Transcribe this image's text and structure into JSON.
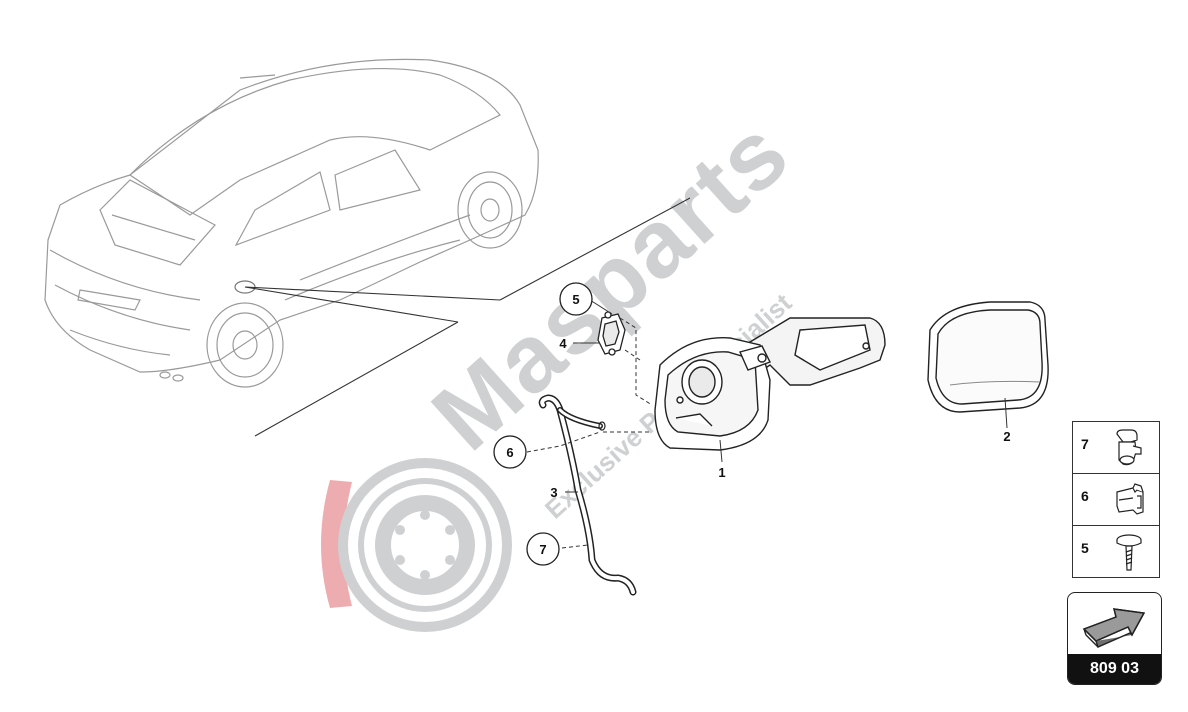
{
  "diagram": {
    "page_code": "809 03",
    "callouts": {
      "c1": "1",
      "c2": "2",
      "c3": "3",
      "c4": "4",
      "c5": "5",
      "c6": "6",
      "c7": "7"
    },
    "legend": [
      {
        "number": "7",
        "icon": "clip-icon"
      },
      {
        "number": "6",
        "icon": "bracket-clip-icon"
      },
      {
        "number": "5",
        "icon": "screw-icon"
      }
    ]
  },
  "watermark": {
    "brand": "Masparts",
    "tagline": "Exclusive Parts Specialist",
    "colors": {
      "grey": "#c8cacc",
      "red": "#e8a1a6"
    }
  }
}
